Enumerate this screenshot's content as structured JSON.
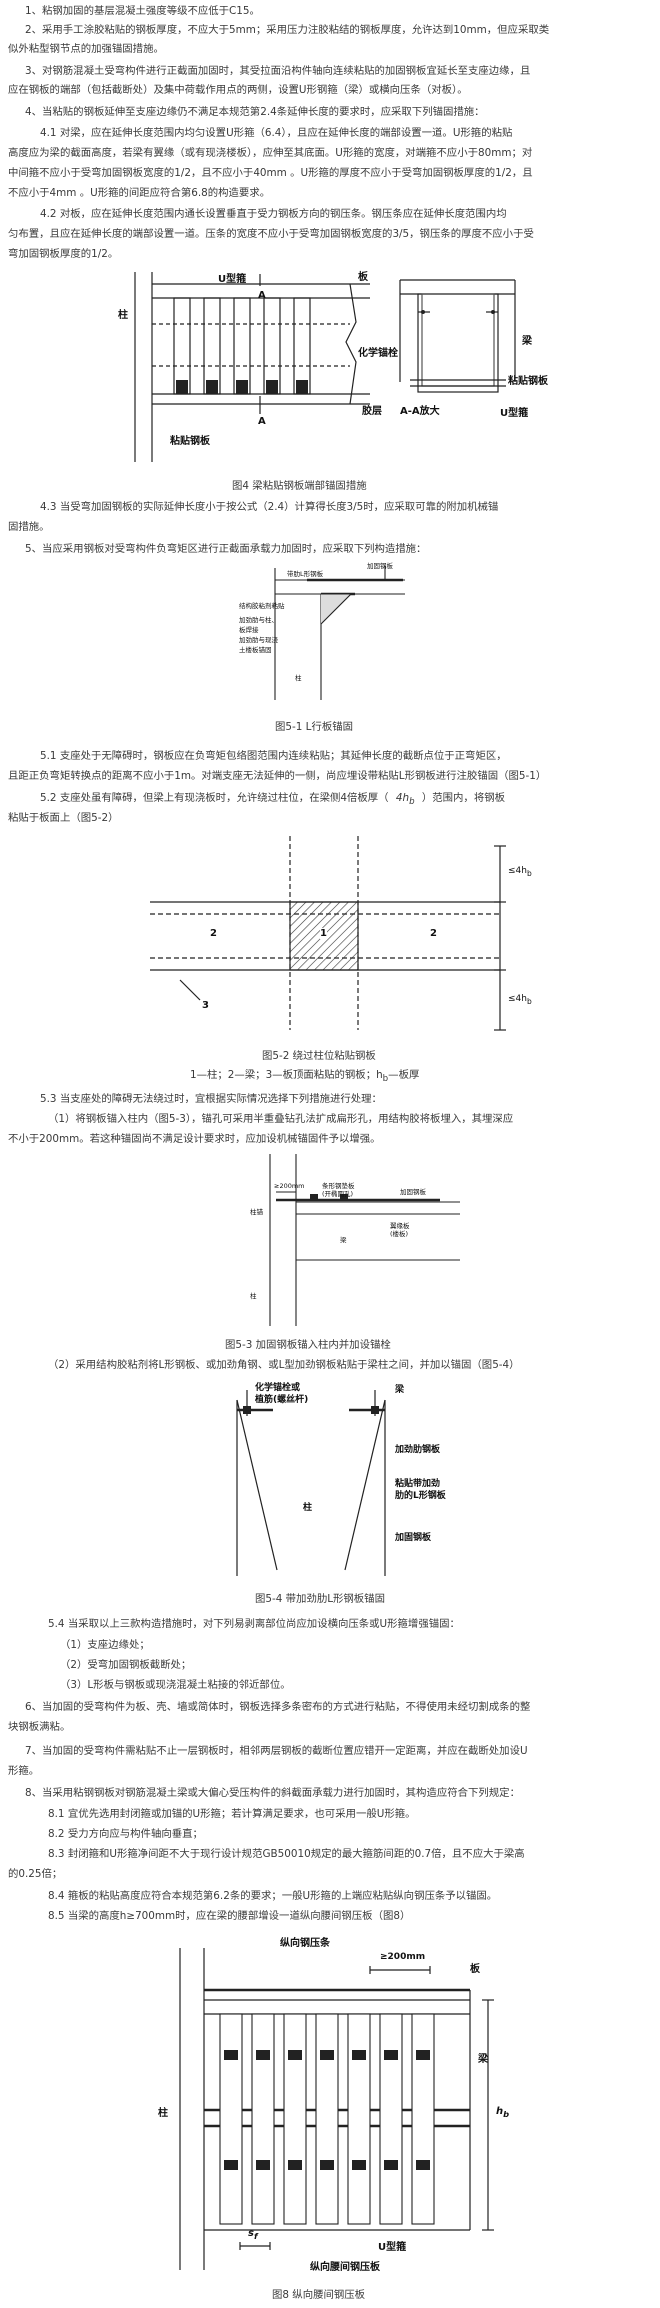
{
  "sections": {
    "p1": "1、粘钢加固的基层混凝土强度等级不应低于C15。",
    "p2a": "2、采用手工涂胶粘贴的钢板厚度，不应大于5mm；采用压力注胶粘结的钢板厚度，允许达到10mm，但应采取类",
    "p2b": "似外粘型钢节点的加强锚固措施。",
    "p3a": "3、对钢筋混凝土受弯构件进行正截面加固时，其受拉面沿构件轴向连续粘贴的加固钢板宜延长至支座边缘，且",
    "p3b": "应在钢板的端部（包括截断处）及集中荷载作用点的两侧，设置U形钢箍（梁）或横向压条（对板）。",
    "p4": "4、当粘贴的钢板延伸至支座边缘仍不满足本规范第2.4条延伸长度的要求时，应采取下列锚固措施：",
    "p41a": "4.1  对梁，应在延伸长度范围内均匀设置U形箍（6.4），且应在延伸长度的端部设置一道。U形箍的粘贴",
    "p41b": "高度应为梁的截面高度，若梁有翼缘（或有现浇楼板），应伸至其底面。U形箍的宽度，对端箍不应小于80mm；对",
    "p41c": "中间箍不应小于受弯加固钢板宽度的1/2，且不应小于40mm 。U形箍的厚度不应小于受弯加固钢板厚度的1/2，且",
    "p41d": "不应小于4mm 。U形箍的间距应符合第6.8的构造要求。",
    "p42a": "4.2  对板，应在延伸长度范围内通长设置垂直于受力钢板方向的钢压条。钢压条应在延伸长度范围内均",
    "p42b": "匀布置，且应在延伸长度的端部设置一道。压条的宽度不应小于受弯加固钢板宽度的3/5，钢压条的厚度不应小于受",
    "p42c": "弯加固钢板厚度的1/2。",
    "p43": "4.3  当受弯加固钢板的实际延伸长度小于按公式（2.4）计算得长度3/5时，应采取可靠的附加机械锚",
    "p43b": "固措施。",
    "p5": "5、当应采用钢板对受弯构件负弯矩区进行正截面承载力加固时，应采取下列构造措施：",
    "p51a": "5.1  支座处于无障碍时，钢板应在负弯矩包络图范围内连续粘贴；其延伸长度的截断点位于正弯矩区，",
    "p51b": "且距正负弯矩转换点的距离不应小于1m。对端支座无法延伸的一侧，尚应埋设带粘贴L形钢板进行注胶锚固（图5-1）",
    "p52a": "5.2  支座处虽有障碍，但梁上有现浇板时，允许绕过柱位，在梁侧4倍板厚（",
    "p52m": "4h",
    "p52s": "b",
    "p52c": "）范围内，将钢板",
    "p52d": "粘贴于板面上（图5-2）",
    "p53": "5.3  当支座处的障碍无法绕过时，宜根据实际情况选择下列措施进行处理：",
    "p53_1a": "（1）将钢板锚入柱内（图5-3），锚孔可采用半重叠钻孔法扩成扁形孔，用结构胶将板埋入，其埋深应",
    "p53_1b": "不小于200mm。若这种锚固尚不满足设计要求时，应加设机械锚固件予以增强。",
    "p53_2": "（2）采用结构胶粘剂将L形钢板、或加劲角钢、或L型加劲钢板粘贴于梁柱之间，并加以锚固（图5-4）",
    "p54": "5.4  当采取以上三款构造措施时，对下列易剥离部位尚应加设横向压条或U形箍增强锚固：",
    "p54_1": "（1）支座边缘处；",
    "p54_2": "（2）受弯加固钢板截断处；",
    "p54_3": "（3）L形板与钢板或现浇混凝土粘接的邻近部位。",
    "p6a": "6、当加固的受弯构件为板、壳、墙或简体时，钢板选择多条密布的方式进行粘贴，不得使用未经切割成条的整",
    "p6b": "块钢板满粘。",
    "p7a": "7、当加固的受弯构件需粘贴不止一层钢板时，相邻两层钢板的截断位置应错开一定距离，并应在截断处加设U",
    "p7b": "形箍。",
    "p8": "8、当采用粘钢钢板对钢筋混凝土梁或大偏心受压构件的斜截面承载力进行加固时，其构造应符合下列规定：",
    "p81": "8.1  宜优先选用封闭箍或加锚的U形箍；若计算满足要求，也可采用一般U形箍。",
    "p82": "8.2  受力方向应与构件轴向垂直；",
    "p83a": "8.3  封闭箍和U形箍净间距不大于现行设计规范GB50010规定的最大箍筋间距的0.7倍，且不应大于梁高",
    "p83b": "的0.25倍；",
    "p84": "8.4  箍板的粘贴高度应符合本规范第6.2条的要求；一般U形箍的上端应粘贴纵向钢压条予以锚固。",
    "p85": "8.5  当梁的高度h≥700mm时，应在梁的腰部增设一道纵向腰间钢压板（图8）"
  },
  "fig4": {
    "caption": "图4  梁粘贴钢板端部锚固措施",
    "col": "柱",
    "uhoop": "U型箍",
    "plate_slab": "板",
    "beam": "梁",
    "anchor": "化学锚栓",
    "glue": "胶层",
    "steel": "粘贴钢板",
    "steel2": "粘贴钢板",
    "uhoop2": "U型箍",
    "a_left": "A",
    "a_right": "A",
    "aa": "A-A放大"
  },
  "fig51": {
    "caption": "图5-1  L行板锚固",
    "l1": "带肋L形钢板",
    "l2": "加固钢板",
    "l3": "结构胶粘剂粘贴",
    "l4": "加劲肋与柱、",
    "l5": "板焊接",
    "l6": "加劲肋与现浇",
    "l7": "土楼板锚固",
    "col": "柱"
  },
  "fig52": {
    "caption": "图5-2  绕过柱位粘贴钢板",
    "note": "1—柱；2—梁；3—板顶面粘贴的钢板；h",
    "note_sub": "b",
    "note_tail": "—板厚",
    "n1": "1",
    "n2a": "2",
    "n2b": "2",
    "n3": "3",
    "dim1": "≤4h",
    "dim1s": "b",
    "dim2": "≤4h",
    "dim2s": "b"
  },
  "fig53": {
    "caption": "图5-3  加固钢板锚入柱内并加设锚栓",
    "l1": "条形钢垫板",
    "l1b": "(开椭圆孔)",
    "l2": "加固钢板",
    "l3": "≥200mm",
    "l4": "柱锚",
    "l5": "翼缘板",
    "l6": "(楼板)",
    "beam": "梁",
    "col": "柱"
  },
  "fig54": {
    "caption": "图5-4  带加劲肋L形钢板锚固",
    "l1": "化学锚栓或",
    "l2": "植筋(螺丝杆)",
    "beam": "梁",
    "col": "柱",
    "l3": "加劲肋钢板",
    "l4": "粘贴带加劲",
    "l5": "肋的L形钢板",
    "l6": "加固钢板"
  },
  "fig8": {
    "caption": "图8 纵向腰间钢压板",
    "top": "纵向钢压条",
    "dim": "≥200mm",
    "slab": "板",
    "beam": "梁",
    "col": "柱",
    "h": "h",
    "hs": "b",
    "s": "s",
    "ss": "f",
    "uhoop": "U型箍",
    "waist": "纵向腰间钢压板"
  }
}
